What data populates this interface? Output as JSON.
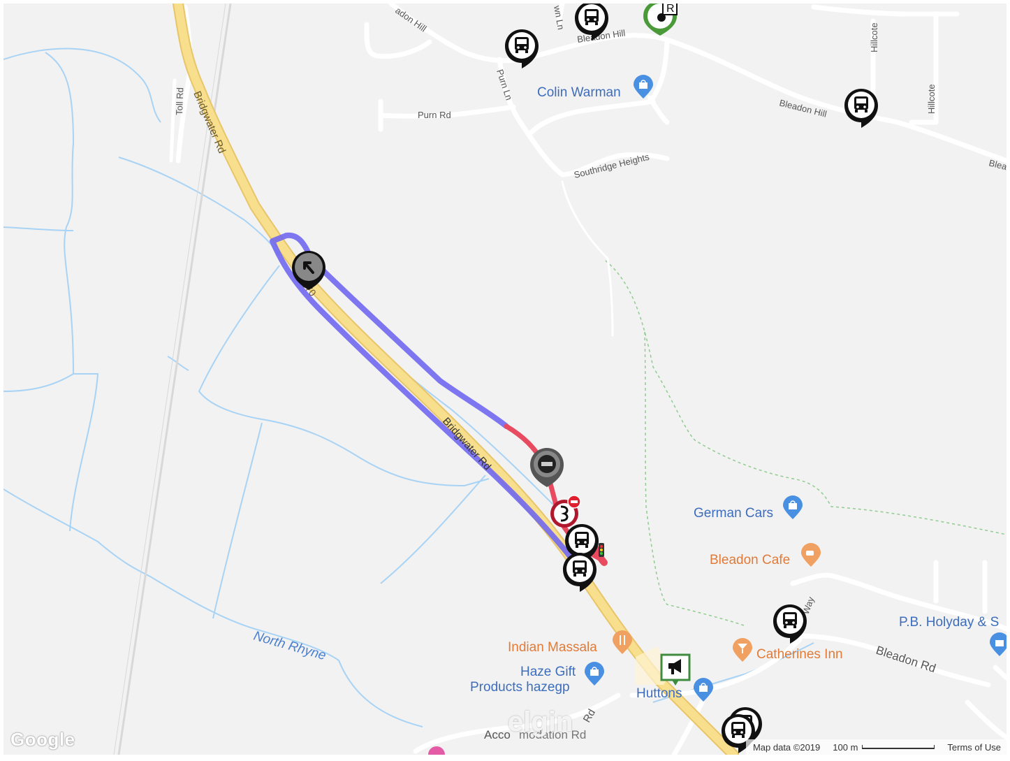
{
  "roads": {
    "bridgwater_rd_1": "Bridgwater Rd",
    "bridgwater_rd_2": "Bridgwater Rd",
    "road_number": "A370",
    "toll_rd": "Toll Rd",
    "purn_rd": "Purn Rd",
    "purn_ln": "Purn Ln",
    "bleadon_hill_1": "Bleadon Hill",
    "bleadon_hill_2": "Bleadon Hill",
    "bleadon_hill_partial": "adon Hill",
    "bleadon_partial": "Blea",
    "down_ln_partial": "wn Ln",
    "hillcote_1": "Hillcote",
    "hillcote_2": "Hillcote",
    "southridge": "Southridge Heights",
    "bleadon_rd": "Bleadon Rd",
    "way_partial": "Way",
    "accom_rd": "Acco",
    "accom_rd_2": "modation Rd",
    "rd_partial": "Rd"
  },
  "water": {
    "north_rhyne": "North Rhyne"
  },
  "pois": {
    "colin_warman": "Colin Warman",
    "german_cars": "German Cars",
    "bleadon_cafe": "Bleadon Cafe",
    "indian_massala": "Indian Massala",
    "haze_gift_1": "Haze Gift",
    "haze_gift_2": "Products hazegp",
    "huttons": "Huttons",
    "catherines_inn": "Catherines Inn",
    "pb_holyday": "P.B. Holyday & S"
  },
  "footer": {
    "map_data": "Map data ©2019",
    "scale": "100 m",
    "terms": "Terms of Use"
  },
  "branding": {
    "google": "Google",
    "watermark": "elgin"
  },
  "colors": {
    "route": "#7068f0",
    "closure": "#e84a5f",
    "main_road": "#f7df8d",
    "water": "#a8d3f5",
    "land": "#f2f2f2"
  },
  "icons": [
    "bus-stop-icon",
    "turn-arrow-icon",
    "no-entry-icon",
    "road-closure-icon",
    "traffic-light-icon",
    "shopping-bag-icon",
    "restaurant-icon",
    "cafe-icon",
    "bar-icon",
    "megaphone-icon",
    "fuel-icon"
  ]
}
